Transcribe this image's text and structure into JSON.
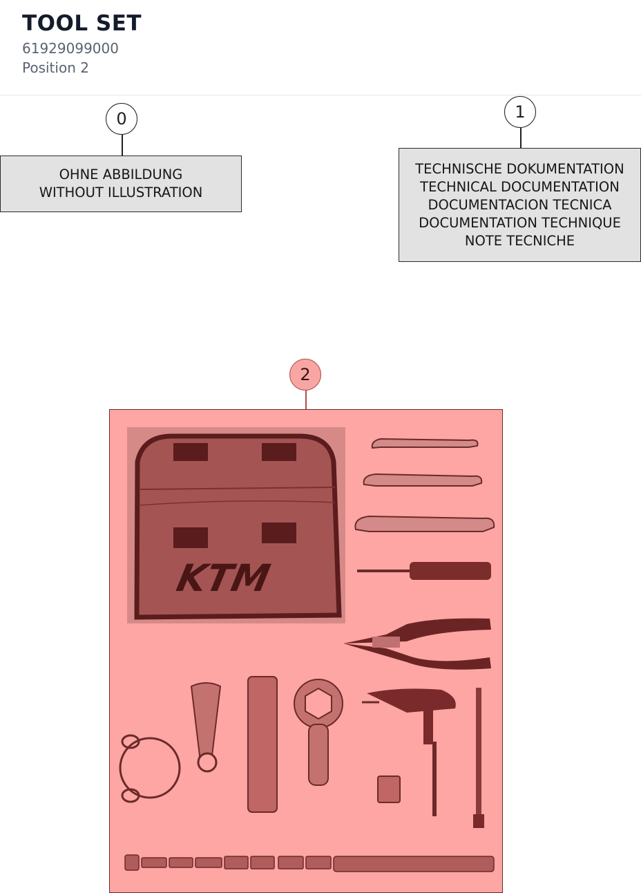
{
  "header": {
    "title": "TOOL SET",
    "part_number": "61929099000",
    "position": "Position 2"
  },
  "callouts": [
    {
      "number": "0",
      "lines": [
        "OHNE ABBILDUNG",
        "WITHOUT ILLUSTRATION"
      ]
    },
    {
      "number": "1",
      "lines": [
        "TECHNISCHE DOKUMENTATION",
        "TECHNICAL DOCUMENTATION",
        "DOCUMENTACION TECNICA",
        "DOCUMENTATION TECHNIQUE",
        "NOTE TECNICHE"
      ]
    },
    {
      "number": "2"
    }
  ],
  "illustration": {
    "highlight_color": "#fea6a4",
    "brand_text": "KTM",
    "icons": [
      "tool-bag-icon",
      "wrench-icon",
      "screwdriver-icon",
      "pliers-icon",
      "cable-lock-icon",
      "bottle-opener-wrench-icon",
      "tire-lever-icon",
      "hex-ring-wrench-icon",
      "t-handle-torx-icon",
      "socket-icon",
      "extension-bar-icon",
      "bit-set-icon"
    ]
  }
}
